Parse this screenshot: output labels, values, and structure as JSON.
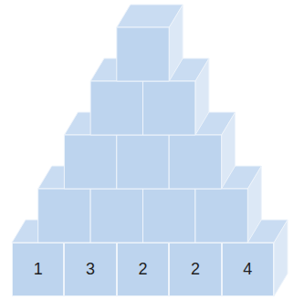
{
  "diagram": {
    "nodes": [
      {
        "text": [
          "1"
        ]
      },
      {
        "text": [
          "3"
        ]
      },
      {
        "text": [
          "2"
        ]
      },
      {
        "text": [
          "2"
        ]
      },
      {
        "text": [
          "4"
        ]
      }
    ]
  }
}
